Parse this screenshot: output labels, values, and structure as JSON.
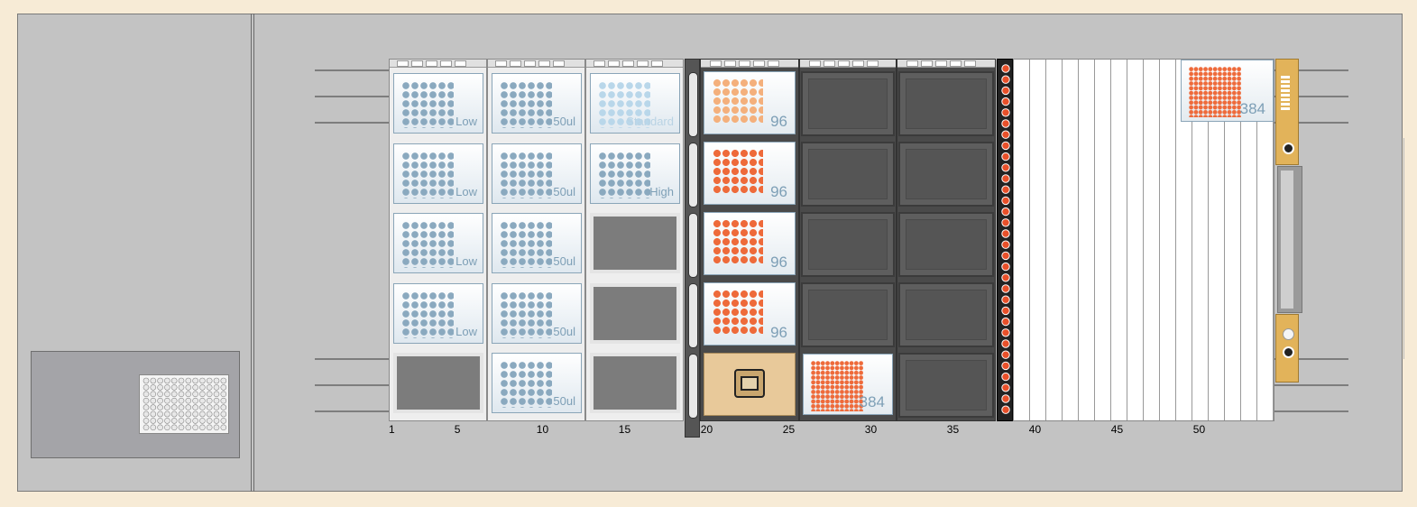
{
  "axis": {
    "ticks": [
      {
        "label": "1",
        "pos": 1
      },
      {
        "label": "5",
        "pos": 5
      },
      {
        "label": "10",
        "pos": 10
      },
      {
        "label": "15",
        "pos": 15
      },
      {
        "label": "20",
        "pos": 20
      },
      {
        "label": "25",
        "pos": 25
      },
      {
        "label": "30",
        "pos": 30
      },
      {
        "label": "35",
        "pos": 35
      },
      {
        "label": "40",
        "pos": 40
      },
      {
        "label": "45",
        "pos": 45
      },
      {
        "label": "50",
        "pos": 50
      }
    ]
  },
  "carrier_a": {
    "tiles": [
      "Low",
      "Low",
      "Low",
      "Low",
      ""
    ]
  },
  "carrier_b": {
    "tiles": [
      "50ul",
      "50ul",
      "50ul",
      "50ul",
      "50ul"
    ]
  },
  "carrier_c": {
    "tiles": [
      "Standard",
      "High"
    ]
  },
  "carrier_d": {
    "plates": [
      "96",
      "96",
      "96",
      "96"
    ]
  },
  "carrier_e": {
    "plate_384": "384"
  },
  "right_area": {
    "plate_384": "384"
  }
}
